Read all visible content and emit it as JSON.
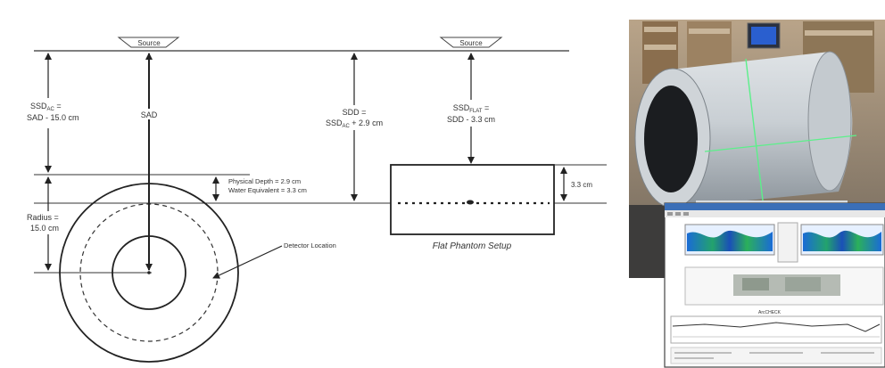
{
  "diagram": {
    "source_left": "Source",
    "source_right": "Source",
    "ssd_ac_line1": "SSD",
    "ssd_ac_sub1": "AC",
    "ssd_ac_eq1": " =",
    "ssd_ac_line2": "SAD - 15.0 cm",
    "sad": "SAD",
    "sdd_line1": "SDD =",
    "sdd_line2_pre": "SSD",
    "sdd_line2_sub": "AC",
    "sdd_line2_post": " + 2.9 cm",
    "ssd_flat_line1": "SSD",
    "ssd_flat_sub": "FLAT",
    "ssd_flat_eq": " =",
    "ssd_flat_line2": "SDD - 3.3 cm",
    "radius_line1": "Radius =",
    "radius_line2": "15.0 cm",
    "physical_depth": "Physical Depth = 2.9 cm",
    "water_equivalent": "Water Equivalent = 3.3 cm",
    "detector_location": "Detector Location",
    "depth_flat": "3.3 cm",
    "flat_phantom_caption": "Flat Phantom Setup"
  },
  "photo": {
    "software_title": "ArcCHECK"
  }
}
